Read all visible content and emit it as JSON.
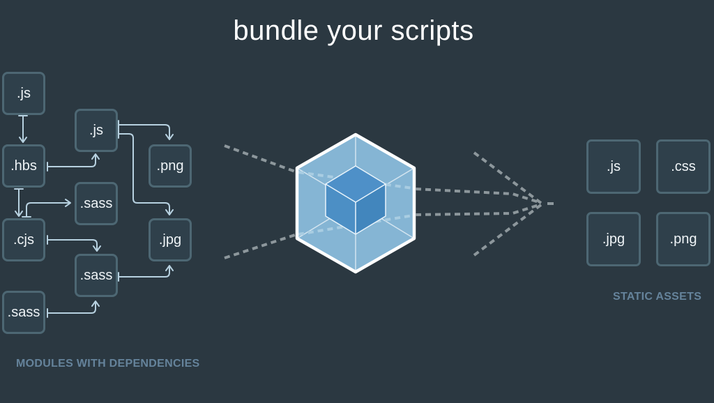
{
  "title": "bundle your scripts",
  "modules": {
    "caption": "MODULES WITH DEPENDENCIES",
    "boxes": [
      {
        "id": "js-top",
        "label": ".js"
      },
      {
        "id": "hbs",
        "label": ".hbs"
      },
      {
        "id": "cjs",
        "label": ".cjs"
      },
      {
        "id": "sass-left",
        "label": ".sass"
      },
      {
        "id": "js-mid",
        "label": ".js"
      },
      {
        "id": "sass-upper",
        "label": ".sass"
      },
      {
        "id": "sass-lower",
        "label": ".sass"
      },
      {
        "id": "png",
        "label": ".png"
      },
      {
        "id": "jpg",
        "label": ".jpg"
      }
    ]
  },
  "assets": {
    "caption": "STATIC ASSETS",
    "boxes": [
      {
        "id": "js",
        "label": ".js"
      },
      {
        "id": "css",
        "label": ".css"
      },
      {
        "id": "jpg",
        "label": ".jpg"
      },
      {
        "id": "png",
        "label": ".png"
      }
    ]
  },
  "logo": {
    "icon": "webpack-cube-icon"
  },
  "colors": {
    "background": "#2b3841",
    "box_border": "#4d6773",
    "box_fill": "#2f404b",
    "connector": "#b7d1e0",
    "dashed_gray": "#8d979c",
    "dashed_light": "#a9cde2",
    "cube_fill": "#85b5d4",
    "cube_edge": "#ffffff",
    "inner_cube_top": "#4e90c8",
    "inner_cube_left": "#4c8fc5",
    "inner_cube_right": "#4286bd",
    "caption_text": "#65839b",
    "title_text": "#ffffff"
  }
}
